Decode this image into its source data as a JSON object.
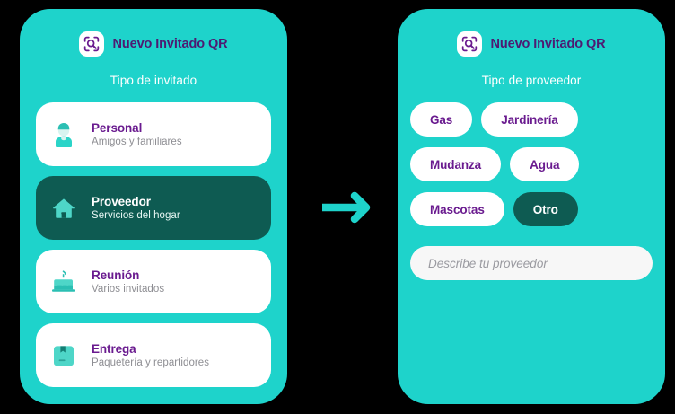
{
  "colors": {
    "background": "#000000",
    "panel_teal": "#1ED3CB",
    "selected_dark_teal": "#0E5B52",
    "accent_purple": "#6A1B8F",
    "title_purple": "#4E1A72",
    "card_white": "#FFFFFF",
    "muted_gray": "#8E8E93",
    "input_bg": "#F7F7F7",
    "placeholder_gray": "#9A9AA0"
  },
  "left_panel": {
    "app_icon": "qr-scan-search-icon",
    "app_title": "Nuevo Invitado QR",
    "subtitle": "Tipo de invitado",
    "options": [
      {
        "title": "Personal",
        "subtitle": "Amigos y familiares",
        "icon": "person-icon",
        "selected": false
      },
      {
        "title": "Proveedor",
        "subtitle": "Servicios del hogar",
        "icon": "house-icon",
        "selected": true
      },
      {
        "title": "Reunión",
        "subtitle": "Varios invitados",
        "icon": "cake-icon",
        "selected": false
      },
      {
        "title": "Entrega",
        "subtitle": "Paquetería y repartidores",
        "icon": "package-icon",
        "selected": false
      }
    ]
  },
  "flow": {
    "arrow_icon": "arrow-right-icon"
  },
  "right_panel": {
    "app_icon": "qr-scan-search-icon",
    "app_title": "Nuevo Invitado QR",
    "subtitle": "Tipo de proveedor",
    "chips": [
      {
        "label": "Gas",
        "selected": false
      },
      {
        "label": "Jardinería",
        "selected": false
      },
      {
        "label": "Mudanza",
        "selected": false
      },
      {
        "label": "Agua",
        "selected": false
      },
      {
        "label": "Mascotas",
        "selected": false
      },
      {
        "label": "Otro",
        "selected": true
      }
    ],
    "describe_input": {
      "value": "",
      "placeholder": "Describe tu proveedor"
    }
  }
}
